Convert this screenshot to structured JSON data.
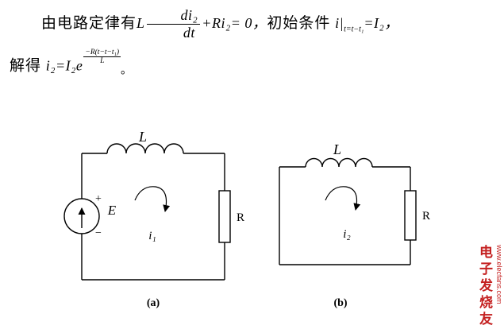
{
  "formula": {
    "line1": {
      "intro": "由电路定律有",
      "l_coeff": "L",
      "frac_num": "di₂",
      "frac_den": "dt",
      "plus_term": "+Ri₂= 0，",
      "condition_label": "初始条件 ",
      "cond_var": "i|",
      "cond_sub": "t=t−t₁",
      "cond_eq": "=I₂，"
    },
    "line2": {
      "intro": "解得 ",
      "expr": "i₂=I₂e",
      "exp_num": "−R(t−t−t₁)",
      "exp_den": "L",
      "end": "。"
    }
  },
  "circuits": {
    "a": {
      "inductor": "L",
      "plus": "+",
      "source": "E",
      "minus": "−",
      "resistor": "R",
      "current": "i₁",
      "caption": "(a)"
    },
    "b": {
      "inductor": "L",
      "resistor": "R",
      "current": "i₂",
      "caption": "(b)"
    }
  },
  "watermark": {
    "brand": "电子发烧友",
    "site": "www.elecfans.com",
    "color": "#c42020"
  }
}
